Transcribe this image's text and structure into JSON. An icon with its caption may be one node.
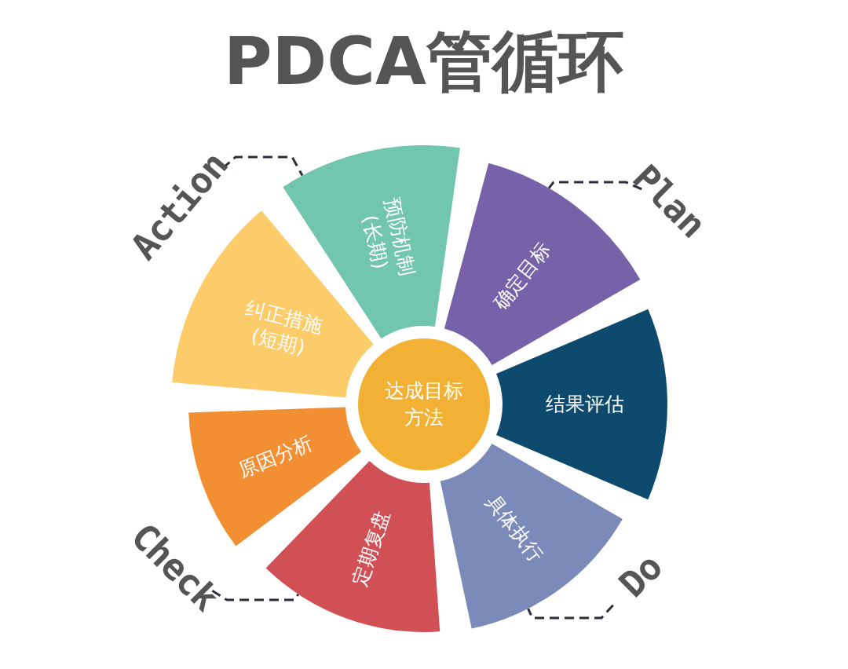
{
  "diagram": {
    "title": "PDCA管循环",
    "nodes": [
      {
        "text": [
          "预防机制(长期)"
        ]
      },
      {
        "text": [
          "确定目标"
        ]
      },
      {
        "text": [
          "结果评估"
        ]
      },
      {
        "text": [
          "具体执行"
        ]
      },
      {
        "text": [
          "定期复盘"
        ]
      },
      {
        "text": [
          "原因分析"
        ]
      },
      {
        "text": [
          "纠正措施(短期)"
        ]
      },
      {
        "text": [
          "达成目标方法"
        ]
      },
      {
        "text": [
          "Action"
        ]
      },
      {
        "text": [
          "Plan"
        ]
      },
      {
        "text": [
          "Check"
        ]
      },
      {
        "text": [
          "Do"
        ]
      }
    ],
    "edges": [
      {
        "from": 8,
        "to": 0,
        "arrow": "none",
        "style": "dashed"
      },
      {
        "from": 9,
        "to": 1,
        "arrow": "none",
        "style": "dashed"
      },
      {
        "from": 10,
        "to": 4,
        "arrow": "none",
        "style": "dashed"
      },
      {
        "from": 11,
        "to": 3,
        "arrow": "none",
        "style": "dashed"
      }
    ]
  }
}
